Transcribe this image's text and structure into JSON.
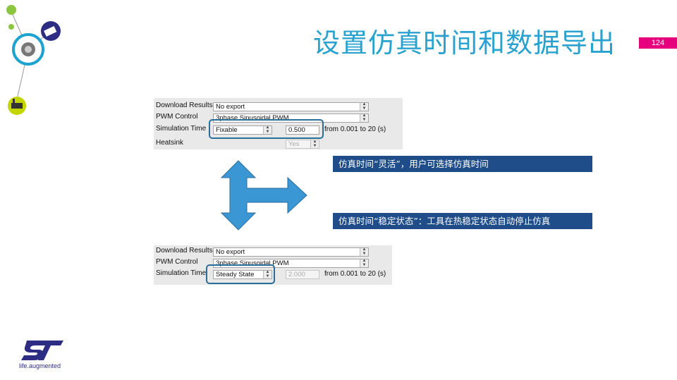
{
  "slide": {
    "title": "设置仿真时间和数据导出",
    "page_number": "124"
  },
  "panel_fixable": {
    "download_label": "Download Results",
    "download_value": "No export",
    "pwm_label": "PWM Control",
    "pwm_value": "3phase Sinusoidal PWM",
    "sim_label": "Simulation Time",
    "sim_mode": "Fixable",
    "sim_time": "0.500",
    "range_text": "from 0.001 to 20 (s)",
    "heatsink_label": "Heatsink",
    "heatsink_value": "Yes"
  },
  "panel_steady": {
    "download_label": "Download Results",
    "download_value": "No export",
    "pwm_label": "PWM Control",
    "pwm_value": "3phase Sinusoidal PWM",
    "sim_label": "Simulation Time",
    "sim_mode": "Steady State",
    "sim_time": "2.000",
    "range_text": "from 0.001 to 20 (s)"
  },
  "callouts": {
    "flexible": "仿真时间“灵活”，用户可选择仿真时间",
    "steady": "仿真时间“稳定状态”：工具在热稳定状态自动停止仿真"
  },
  "logo": {
    "tagline": "life.augmented"
  },
  "colors": {
    "title": "#2aa2cf",
    "badge": "#e6007e",
    "callout_bg": "#1e4d8a",
    "arrow": "#3a97d4",
    "highlight": "#2a6f9a"
  }
}
